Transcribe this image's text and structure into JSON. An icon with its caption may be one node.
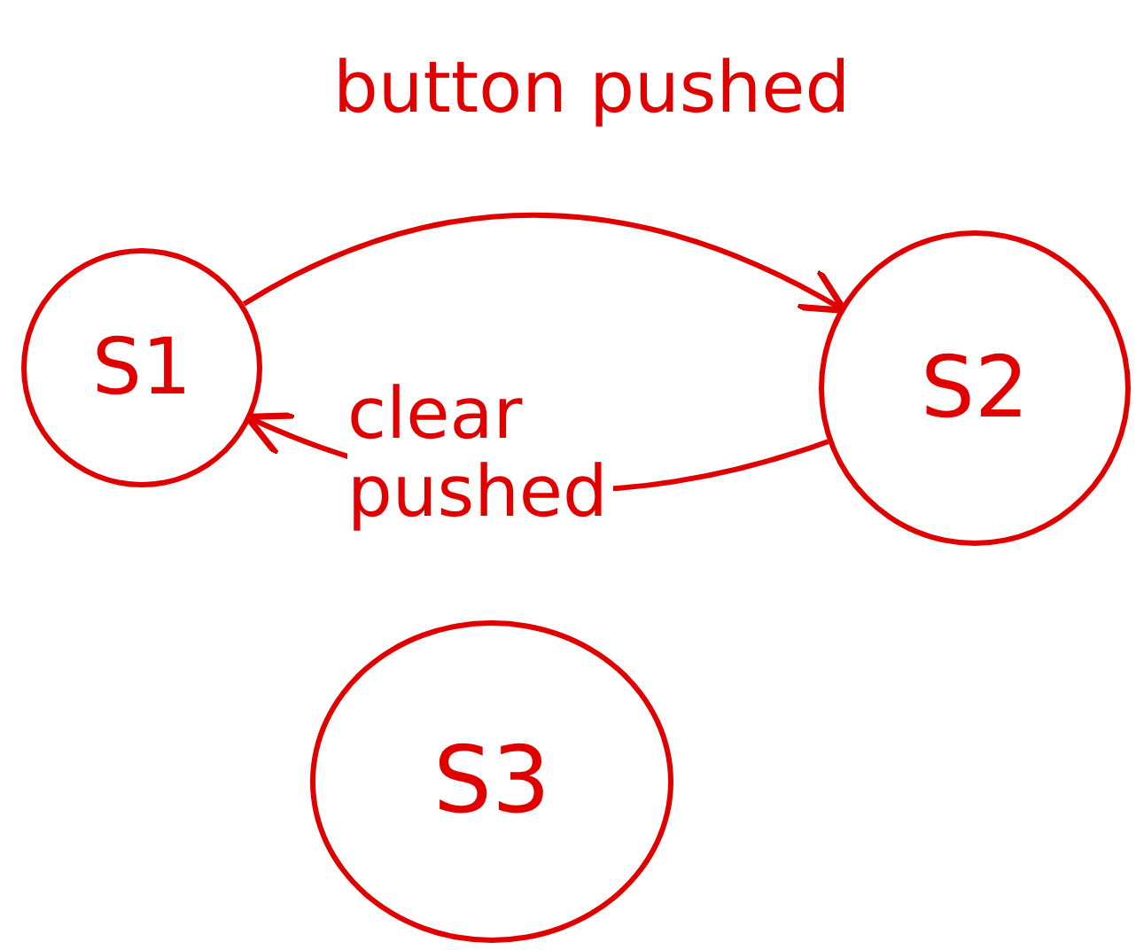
{
  "diagram": {
    "nodes": [
      {
        "text": [
          "S1"
        ]
      },
      {
        "text": [
          "S2"
        ]
      },
      {
        "text": [
          "S3"
        ]
      }
    ],
    "edges": [
      {
        "from": 0,
        "to": 1,
        "arrow": "to",
        "label": "button pushed"
      },
      {
        "from": 1,
        "to": 0,
        "arrow": "to",
        "label": "clear pushed"
      }
    ]
  }
}
